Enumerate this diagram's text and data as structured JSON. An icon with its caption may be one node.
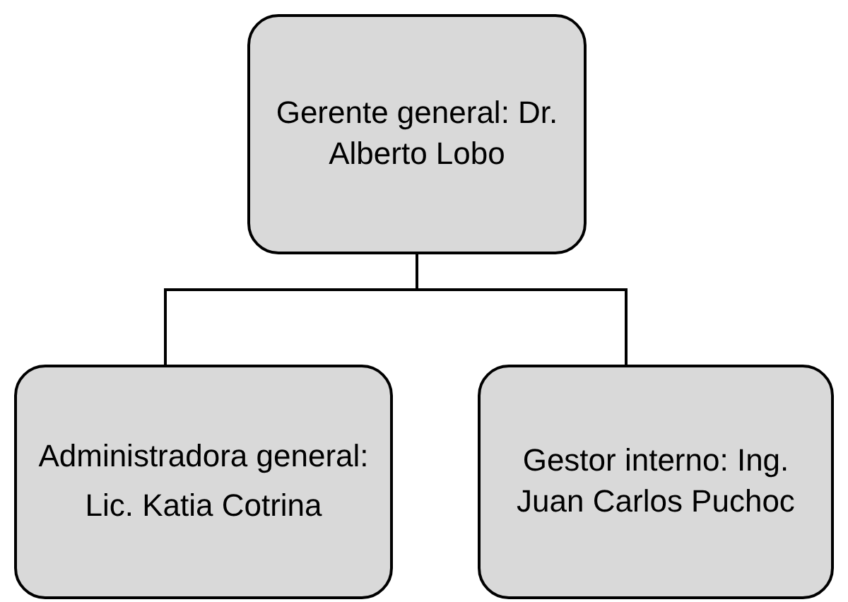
{
  "diagram": {
    "nodes": [
      {
        "text": [
          "Gerente general: Dr. Alberto Lobo"
        ]
      },
      {
        "text": [
          "Administradora general:",
          "Lic. Katia Cotrina"
        ]
      },
      {
        "text": [
          "Gestor interno: Ing. Juan Carlos Puchoc"
        ]
      }
    ],
    "edges": [
      {
        "from": 0,
        "to": 1,
        "arrow": "none"
      },
      {
        "from": 0,
        "to": 2,
        "arrow": "none"
      }
    ]
  }
}
